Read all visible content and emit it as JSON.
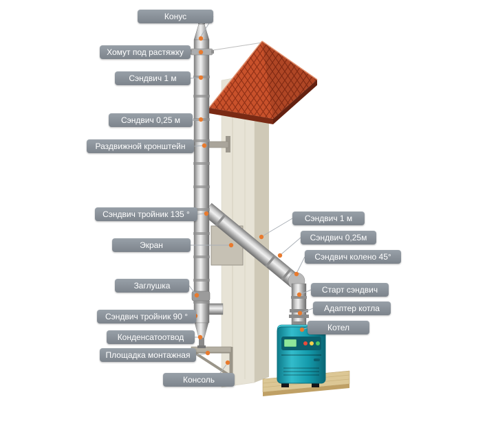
{
  "diagram": {
    "labels_left": [
      {
        "text": "Конус"
      },
      {
        "text": "Хомут под растяжку"
      },
      {
        "text": "Сэндвич 1 м"
      },
      {
        "text": "Сэндвич 0,25 м"
      },
      {
        "text": "Раздвижной кронштейн"
      },
      {
        "text": "Сэндвич тройник 135 °"
      },
      {
        "text": "Экран"
      },
      {
        "text": "Заглушка"
      },
      {
        "text": "Сэндвич тройник 90 °"
      },
      {
        "text": "Конденсатоотвод"
      },
      {
        "text": "Площадка монтажная"
      },
      {
        "text": "Консоль"
      }
    ],
    "labels_right": [
      {
        "text": "Сэндвич 1 м"
      },
      {
        "text": "Сэндвич 0,25м"
      },
      {
        "text": "Сэндвич колено 45°"
      },
      {
        "text": "Старт сэндвич"
      },
      {
        "text": "Адаптер котла"
      },
      {
        "text": "Котел"
      }
    ],
    "colors": {
      "label_bg": "#878e96",
      "label_text": "#ffffff",
      "leader_line": "#a9afb6",
      "dot": "#e87a2e",
      "roof": "#c8512b",
      "wall": "#e7e3d6",
      "pipe": "#b9b9b9",
      "boiler": "#149aab"
    }
  }
}
